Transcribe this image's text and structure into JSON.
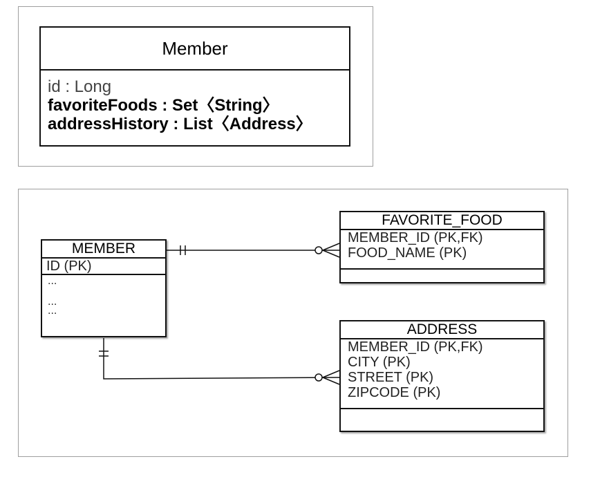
{
  "uml_class": {
    "name": "Member",
    "attributes": [
      {
        "text": "id : Long",
        "style": "plain"
      },
      {
        "text": "favoriteFoods : Set〈String〉",
        "style": "bold"
      },
      {
        "text": "addressHistory : List〈Address〉",
        "style": "bold"
      }
    ]
  },
  "er": {
    "member": {
      "title": "MEMBER",
      "key": "ID (PK)",
      "dots": [
        "...",
        "...",
        "..."
      ]
    },
    "favorite_food": {
      "title": "FAVORITE_FOOD",
      "columns": [
        "MEMBER_ID (PK,FK)",
        "FOOD_NAME (PK)"
      ]
    },
    "address": {
      "title": "ADDRESS",
      "columns": [
        "MEMBER_ID (PK,FK)",
        "CITY (PK)",
        "STREET (PK)",
        "ZIPCODE (PK)"
      ]
    },
    "relations": [
      {
        "from": "MEMBER",
        "to": "FAVORITE_FOOD",
        "from_cardinality": "one-and-only-one",
        "to_cardinality": "zero-or-many"
      },
      {
        "from": "MEMBER",
        "to": "ADDRESS",
        "from_cardinality": "one-and-only-one",
        "to_cardinality": "zero-or-many"
      }
    ]
  }
}
